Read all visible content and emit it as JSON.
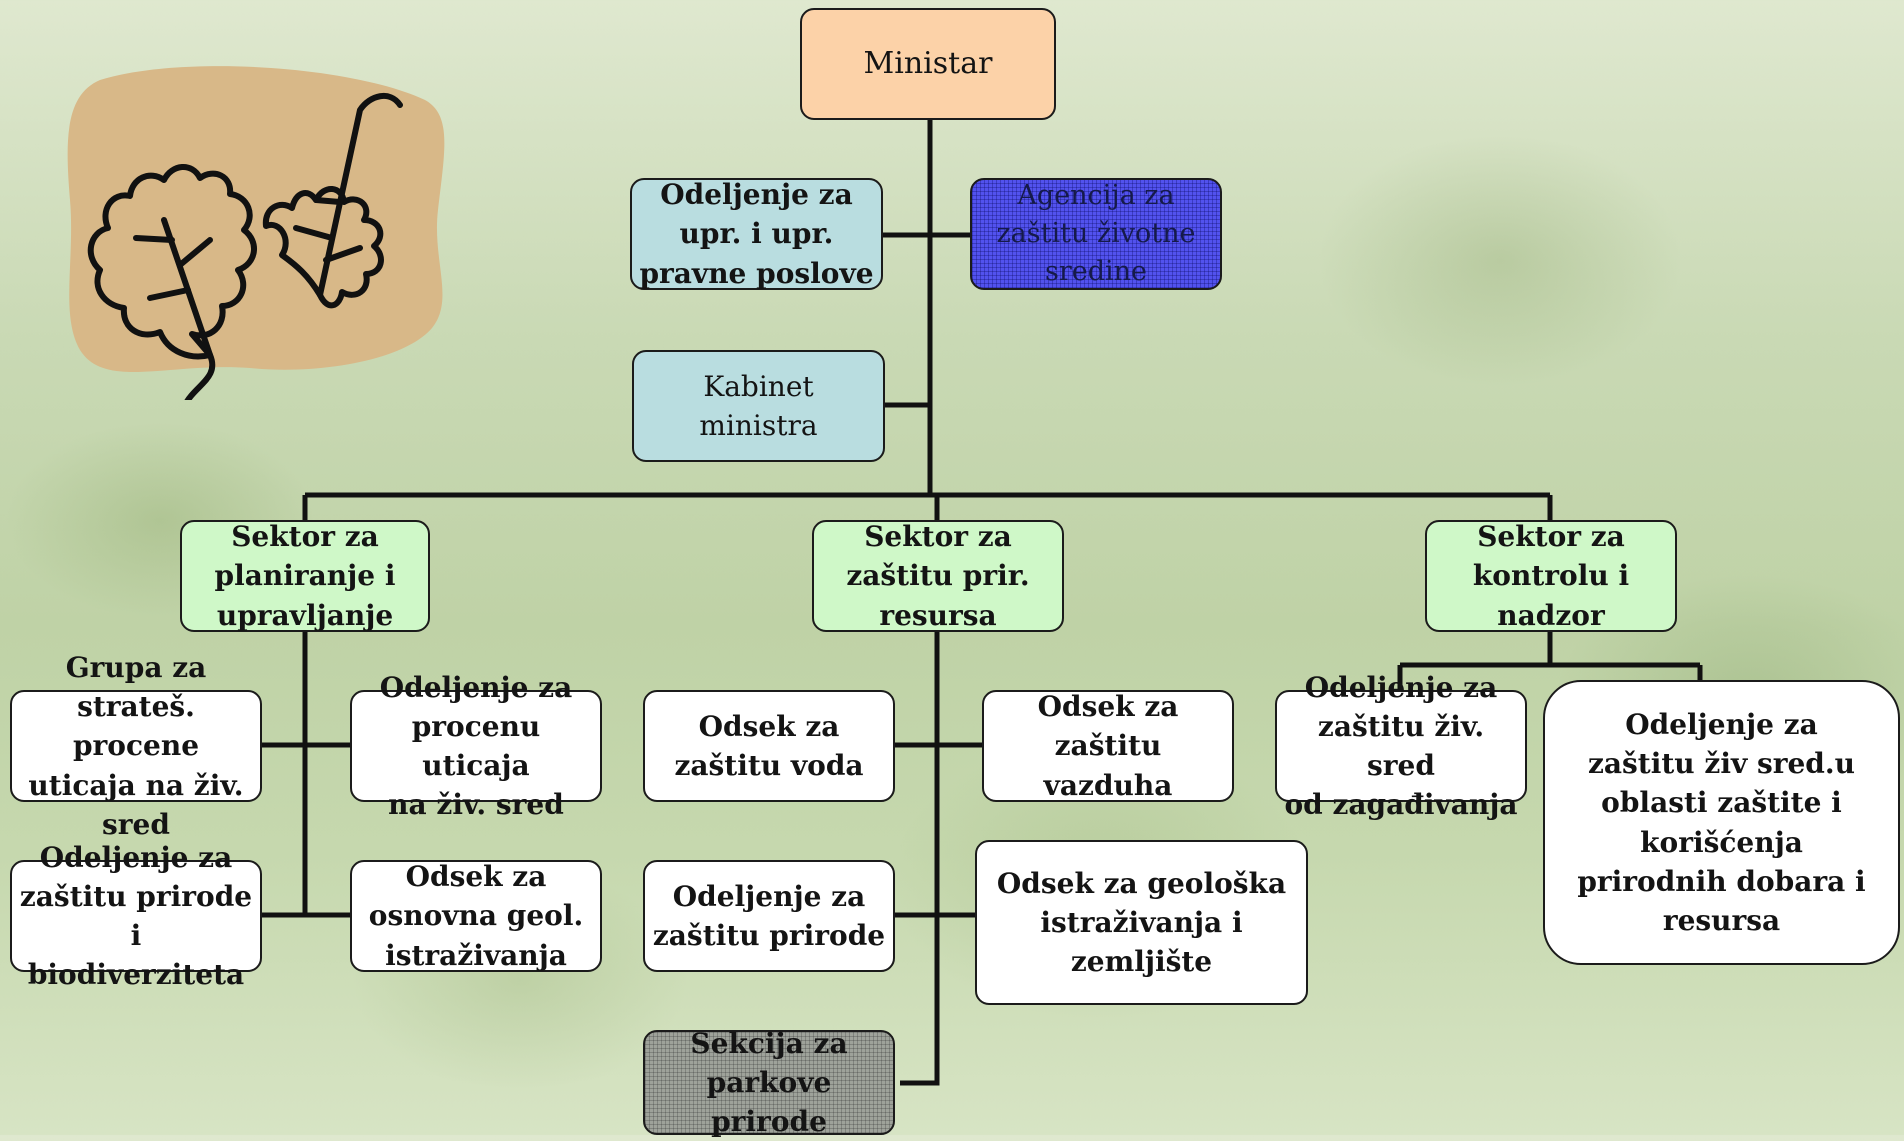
{
  "nodes": {
    "ministar": "Ministar",
    "odeljenje_pravne": "Odeljenje za\nupr.  i upr.\npravne poslove",
    "agencija": "Agencija za\nzaštitu životne\nsredine",
    "kabinet": "Kabinet ministra",
    "sektor_planiranje": "Sektor za\nplaniranje i\nupravljanje",
    "sektor_zastitu": "Sektor za\nzaštitu prir.\nresursa",
    "sektor_kontrolu": "Sektor za\nkontrolu i\nnadzor",
    "grupa_stratesku": "Grupa za\nstrateš. procene\nuticaja na živ.\nsred",
    "odeljenje_procenu": "Odeljenje za\nprocenu uticaja\nna živ. sred",
    "odeljenje_biodiverzitet": "Odeljenje za\nzaštitu prirode i\nbiodiverziteta",
    "odsek_geol": "Odsek za\nosnovna geol.\nistraživanja",
    "odsek_voda": "Odsek za\nzaštitu voda",
    "odsek_vazduha": "Odsek za\nzaštitu vazduha",
    "odeljenje_prirode": "Odeljenje za\nzaštitu prirode",
    "odsek_geoloska": "Odsek za geološka\nistraživanja i\nzemljište",
    "sekcija_parkove": "Sekcija za\nparkove prirode",
    "odeljenje_zagadjivanja": "Odeljenje za\nzaštitu živ. sred\nod zagađivanja",
    "odeljenje_dobara": "Odeljenje za\nzaštitu živ sred.u\noblasti zaštite i\nkorišćenja\nprirodnih dobara i\nresursa"
  },
  "colors": {
    "orange": "#fcd2a8",
    "blue": "#b9dde0",
    "green": "#cff8c8",
    "purple": "#5252ee",
    "gray": "#9ea29a",
    "logo": "#d8b888"
  },
  "icons": {
    "logo": "leaves-icon"
  }
}
